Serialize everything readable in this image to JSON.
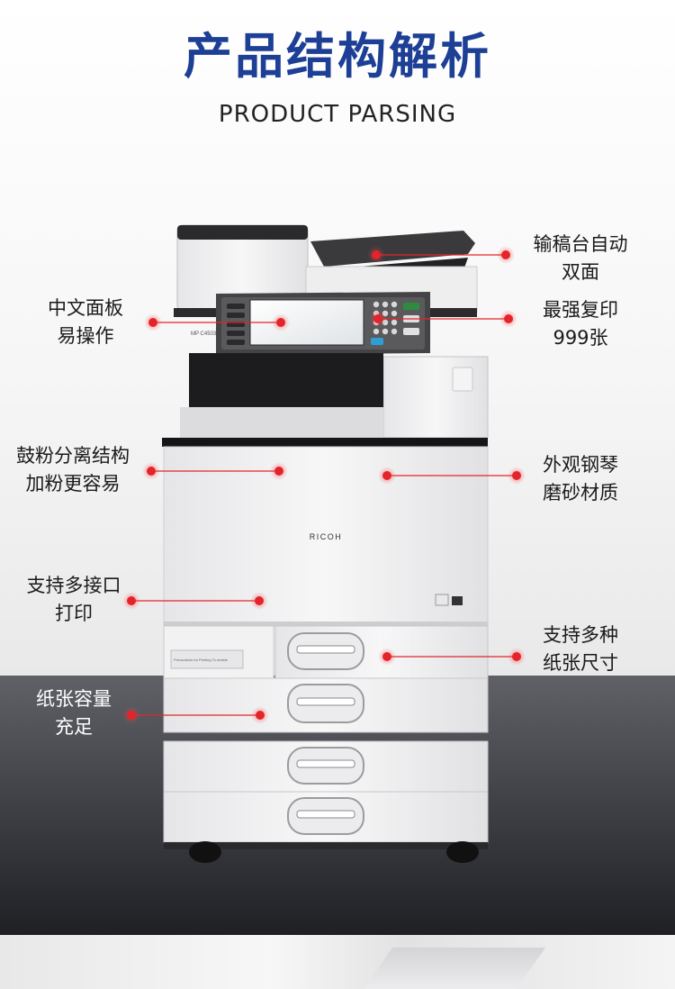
{
  "header": {
    "title": "产品结构解析",
    "subtitle": "PRODUCT PARSING"
  },
  "machine": {
    "brand": "RICOH",
    "model": "MP C4503",
    "caution_text": "Precautions for Printing To enable"
  },
  "features": {
    "adf": {
      "line1": "输稿台自动",
      "line2": "双面"
    },
    "panel": {
      "line1": "中文面板",
      "line2": "易操作"
    },
    "copy": {
      "line1": "最强复印",
      "line2": "999张"
    },
    "drum": {
      "line1": "鼓粉分离结构",
      "line2": "加粉更容易"
    },
    "finish": {
      "line1": "外观钢琴",
      "line2": "磨砂材质"
    },
    "interface": {
      "line1": "支持多接口",
      "line2": "打印"
    },
    "paper_size": {
      "line1": "支持多种",
      "line2": "纸张尺寸"
    },
    "capacity": {
      "line1": "纸张容量",
      "line2": "充足"
    }
  },
  "colors": {
    "title_blue": "#1d3f95",
    "marker_red": "#e3252b"
  }
}
